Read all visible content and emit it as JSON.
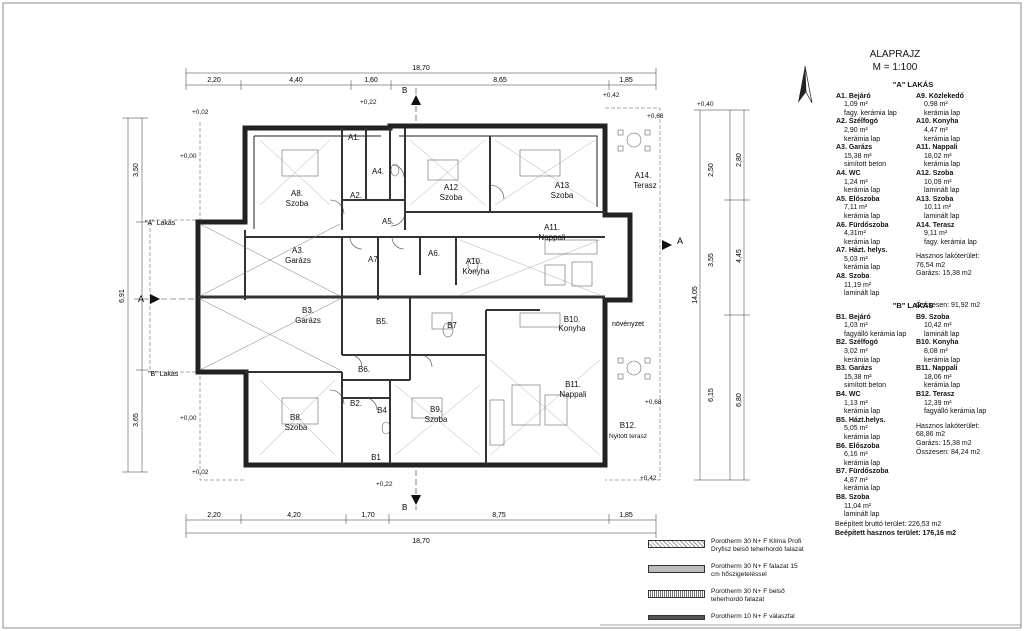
{
  "title": {
    "line1": "ALAPRAJZ",
    "line2": "M = 1:100"
  },
  "dims": {
    "top_total": "18,70",
    "top_parts": [
      "2,20",
      "4,40",
      "1,60",
      "8,65",
      "1,85"
    ],
    "bottom_total": "18,70",
    "bottom_parts": [
      "2,20",
      "4,20",
      "1,70",
      "8,75",
      "1,85"
    ],
    "left_total": "6,91",
    "left_parts": [
      "3,50",
      "3,65"
    ],
    "right_total": "14,05",
    "right_parts": [
      "2,80",
      "4,45",
      "6,80"
    ],
    "right_inner": [
      "2,50",
      "3,55",
      "6,15"
    ]
  },
  "levels": [
    "+0,02",
    "+0,00",
    "+0,22",
    "+0,42",
    "+0,40",
    "+0,68",
    "+0,00",
    "+0,02",
    "+0,22",
    "+0,42",
    "+0,68"
  ],
  "section_marks": {
    "a": "A",
    "b": "B"
  },
  "side_labels": {
    "a": "\"A\" Lakás",
    "b": "\"B\" Lakás",
    "noveny": "növényzet"
  },
  "rooms_plan": [
    {
      "code": "A1.",
      "name": ""
    },
    {
      "code": "A2.",
      "name": ""
    },
    {
      "code": "A3.",
      "name": "Garázs"
    },
    {
      "code": "A4.",
      "name": ""
    },
    {
      "code": "A5.",
      "name": ""
    },
    {
      "code": "A6.",
      "name": ""
    },
    {
      "code": "A7.",
      "name": ""
    },
    {
      "code": "A8.",
      "name": "Szoba"
    },
    {
      "code": "A10.",
      "name": "Konyha"
    },
    {
      "code": "A11.",
      "name": "Nappali"
    },
    {
      "code": "A12",
      "name": "Szoba"
    },
    {
      "code": "A13",
      "name": "Szoba"
    },
    {
      "code": "A14.",
      "name": "Terasz"
    },
    {
      "code": "B1",
      "name": ""
    },
    {
      "code": "B2.",
      "name": ""
    },
    {
      "code": "B3.",
      "name": "Garázs"
    },
    {
      "code": "B4",
      "name": ""
    },
    {
      "code": "B5.",
      "name": ""
    },
    {
      "code": "B6.",
      "name": ""
    },
    {
      "code": "B7",
      "name": ""
    },
    {
      "code": "B8.",
      "name": "Szoba"
    },
    {
      "code": "B9.",
      "name": "Szoba"
    },
    {
      "code": "B10.",
      "name": "Konyha"
    },
    {
      "code": "B11.",
      "name": "Nappali"
    },
    {
      "code": "B12.",
      "name": "Nyitott terasz"
    }
  ],
  "lakas_a": {
    "heading": "\"A\" LAKÁS",
    "col1": [
      {
        "label": "A1. Bejáró",
        "area": "1,09 m²",
        "floor": "fagy. kerámia lap"
      },
      {
        "label": "A2. Szélfogó",
        "area": "2,90 m²",
        "floor": "kerámia lap"
      },
      {
        "label": "A3. Garázs",
        "area": "15,38 m²",
        "floor": "simított beton"
      },
      {
        "label": "A4. WC",
        "area": "1,24 m²",
        "floor": "kerámia lap"
      },
      {
        "label": "A5. Előszoba",
        "area": "7,11 m²",
        "floor": "kerámia lap"
      },
      {
        "label": "A6. Fürdőszoba",
        "area": "4,31m²",
        "floor": "kerámia lap"
      },
      {
        "label": "A7. Házt. helys.",
        "area": "5,03 m²",
        "floor": "kerámia lap"
      },
      {
        "label": "A8. Szoba",
        "area": "11,19 m²",
        "floor": "laminált lap"
      }
    ],
    "col2": [
      {
        "label": "A9. Közlekedő",
        "area": "0,98 m²",
        "floor": "kerámia lap"
      },
      {
        "label": "A10. Konyha",
        "area": "4,47 m²",
        "floor": "kerámia lap"
      },
      {
        "label": "A11. Nappali",
        "area": "18,02 m²",
        "floor": "kerámia lap"
      },
      {
        "label": "A12. Szoba",
        "area": "10,09 m²",
        "floor": "laminált lap"
      },
      {
        "label": "A13. Szoba",
        "area": "10,11 m²",
        "floor": "laminált lap"
      },
      {
        "label": "A14. Terasz",
        "area": "9,11 m²",
        "floor": "fagy. kerámia lap"
      }
    ],
    "sum1": "Hasznos lakóterület:",
    "sum2": "76,54  m2",
    "sum3": "Garázs: 15,38 m2",
    "sum4": "Összesen:  91,92 m2"
  },
  "lakas_b": {
    "heading": "\"B\" LAKÁS",
    "col1": [
      {
        "label": "B1. Bejáró",
        "area": "1,03 m²",
        "floor": "fagyálló kerámia lap"
      },
      {
        "label": "B2. Szélfogó",
        "area": "3,02 m²",
        "floor": "kerámia lap"
      },
      {
        "label": "B3. Garázs",
        "area": "15,38 m²",
        "floor": "simított beton"
      },
      {
        "label": "B4. WC",
        "area": "1,13 m²",
        "floor": "kerámia lap"
      },
      {
        "label": "B5. Házt.helys.",
        "area": "5,05 m²",
        "floor": "kerámia lap"
      },
      {
        "label": "B6. Előszoba",
        "area": "6,16 m²",
        "floor": "kerámia lap"
      },
      {
        "label": "B7. Fürdőszoba",
        "area": "4,87 m²",
        "floor": "kerámia lap"
      },
      {
        "label": "B8. Szoba",
        "area": "11,04 m²",
        "floor": "laminált lap"
      }
    ],
    "col2": [
      {
        "label": "B9. Szoba",
        "area": "10,42 m²",
        "floor": "laminált lap"
      },
      {
        "label": "B10. Konyha",
        "area": "8,08 m²",
        "floor": "kerámia lap"
      },
      {
        "label": "B11. Nappali",
        "area": "18,06 m²",
        "floor": "kerámia lap"
      },
      {
        "label": "B12. Terasz",
        "area": "12,39 m²",
        "floor": "fagyálló kerámia lap"
      }
    ],
    "sum1": "Hasznos lakóterület:",
    "sum2": "68,86  m2",
    "sum3": "Garázs: 15,38 m2",
    "sum4": "Összesen:  84,24 m2"
  },
  "totals": {
    "brutto": "Beépített bruttó terület: 226,53  m2",
    "hasznos": "Beépített hasznos terület:  176,16 m2"
  },
  "legend": [
    {
      "text": "Porotherm 30 N+ F Klíma Profi Dryfisz belső teherhordó falazat"
    },
    {
      "text": "Porotherm 30 N+ F falazat 15 cm hőszigeteléssel"
    },
    {
      "text": "Porotherm 30 N+ F belső teherhordó falazat"
    },
    {
      "text": "Porotherm 10 N+ F válaszfal"
    }
  ]
}
